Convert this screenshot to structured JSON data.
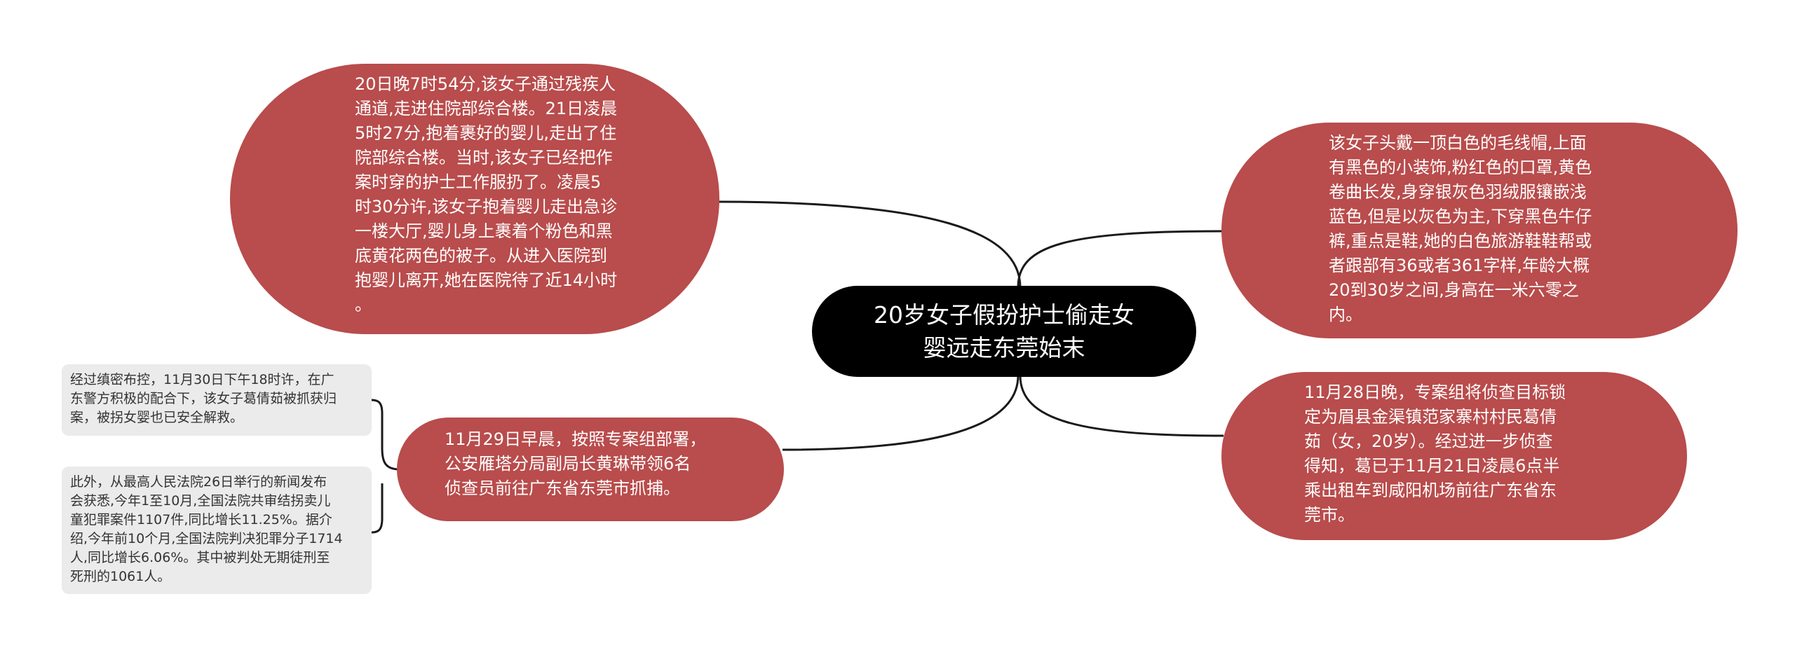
{
  "central_topic": {
    "lines": [
      "20岁女子假扮护士偷走女",
      "婴远走东莞始末"
    ]
  },
  "branches": {
    "top_left": {
      "lines": [
        "20日晚7时54分,该女子通过残疾人",
        "通道,走进住院部综合楼。21日凌晨",
        "5时27分,抱着裹好的婴儿,走出了住",
        "院部综合楼。当时,该女子已经把作",
        "案时穿的护士工作服扔了。凌晨5",
        "时30分许,该女子抱着婴儿走出急诊",
        "一楼大厅,婴儿身上裹着个粉色和黑",
        "底黄花两色的被子。从进入医院到",
        "抱婴儿离开,她在医院待了近14小时",
        "。"
      ]
    },
    "top_right": {
      "lines": [
        "该女子头戴一顶白色的毛线帽,上面",
        "有黑色的小装饰,粉红色的口罩,黄色",
        "卷曲长发,身穿银灰色羽绒服镶嵌浅",
        "蓝色,但是以灰色为主,下穿黑色牛仔",
        "裤,重点是鞋,她的白色旅游鞋鞋帮或",
        "者跟部有36或者361字样,年龄大概",
        "20到30岁之间,身高在一米六零之",
        "内。"
      ]
    },
    "bottom_left": {
      "lines": [
        "11月29日早晨，按照专案组部署，",
        "公安雁塔分局副局长黄琳带领6名",
        "侦查员前往广东省东莞市抓捕。"
      ],
      "children": [
        {
          "lines": [
            "经过缜密布控，11月30日下午18时许，在广",
            "东警方积极的配合下，该女子葛倩茹被抓获归",
            "案，被拐女婴也已安全解救。"
          ]
        },
        {
          "lines": [
            "此外，从最高人民法院26日举行的新闻发布",
            "会获悉,今年1至10月,全国法院共审结拐卖儿",
            "童犯罪案件1107件,同比增长11.25%。据介",
            "绍,今年前10个月,全国法院判决犯罪分子1714",
            "人,同比增长6.06%。其中被判处无期徒刑至",
            "死刑的1061人。"
          ]
        }
      ]
    },
    "bottom_right": {
      "lines": [
        "11月28日晚，专案组将侦查目标锁",
        "定为眉县金渠镇范家寨村村民葛倩",
        "茹（女，20岁）。经过进一步侦查",
        "得知，葛已于11月21日凌晨6点半",
        "乘出租车到咸阳机场前往广东省东",
        "莞市。"
      ]
    }
  },
  "colors": {
    "central_fill": "#000000",
    "branch_fill": "#b94c4c",
    "leaf_fill": "#ebebeb",
    "connector": "#1a1a1a"
  }
}
